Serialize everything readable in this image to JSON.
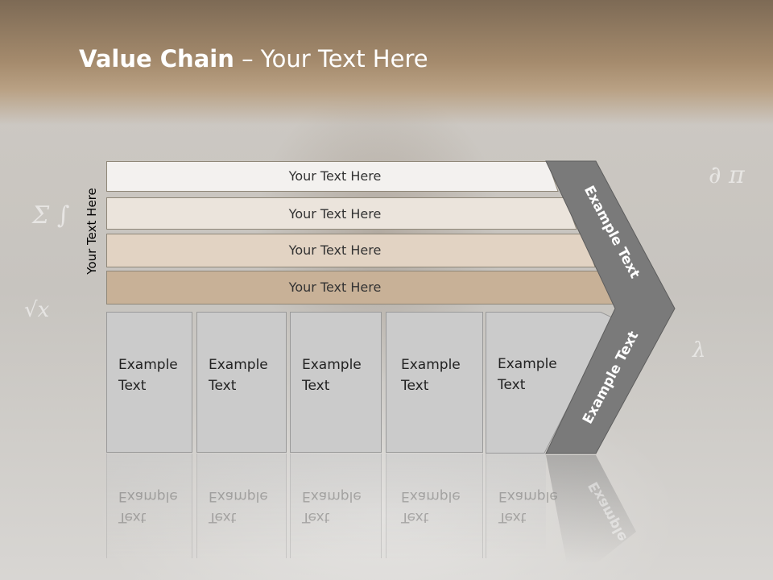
{
  "title": {
    "bold": "Value Chain",
    "rest": " – Your Text Here"
  },
  "side_label": "Your Text Here",
  "bars": [
    {
      "label": "Your Text Here",
      "color": "#f3f1ef"
    },
    {
      "label": "Your Text Here",
      "color": "#ebe4dc"
    },
    {
      "label": "Your Text Here",
      "color": "#e2d3c3"
    },
    {
      "label": "Your Text Here",
      "color": "#c8b197"
    }
  ],
  "cells": [
    {
      "line1": "Example",
      "line2": "Text"
    },
    {
      "line1": "Example",
      "line2": "Text"
    },
    {
      "line1": "Example",
      "line2": "Text"
    },
    {
      "line1": "Example",
      "line2": "Text"
    },
    {
      "line1": "Example",
      "line2": "Text"
    }
  ],
  "chevron": {
    "upper_label": "Example Text",
    "lower_label": "Example Text",
    "reflection_label": "Example",
    "color": "#7a7a7a"
  }
}
